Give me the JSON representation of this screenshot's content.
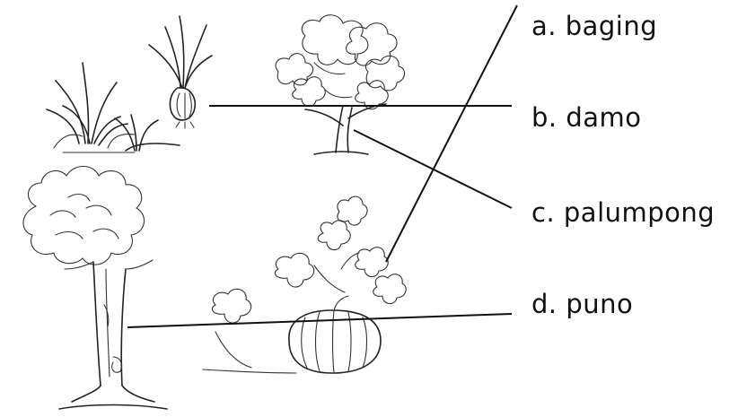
{
  "options": {
    "a": {
      "letter": "a.",
      "word": "baging"
    },
    "b": {
      "letter": "b.",
      "word": "damo"
    },
    "c": {
      "letter": "c.",
      "word": "palumpong"
    },
    "d": {
      "letter": "d.",
      "word": "puno"
    }
  },
  "pictures": [
    "grass-and-onion",
    "shrub",
    "tree",
    "pumpkin-vine"
  ]
}
